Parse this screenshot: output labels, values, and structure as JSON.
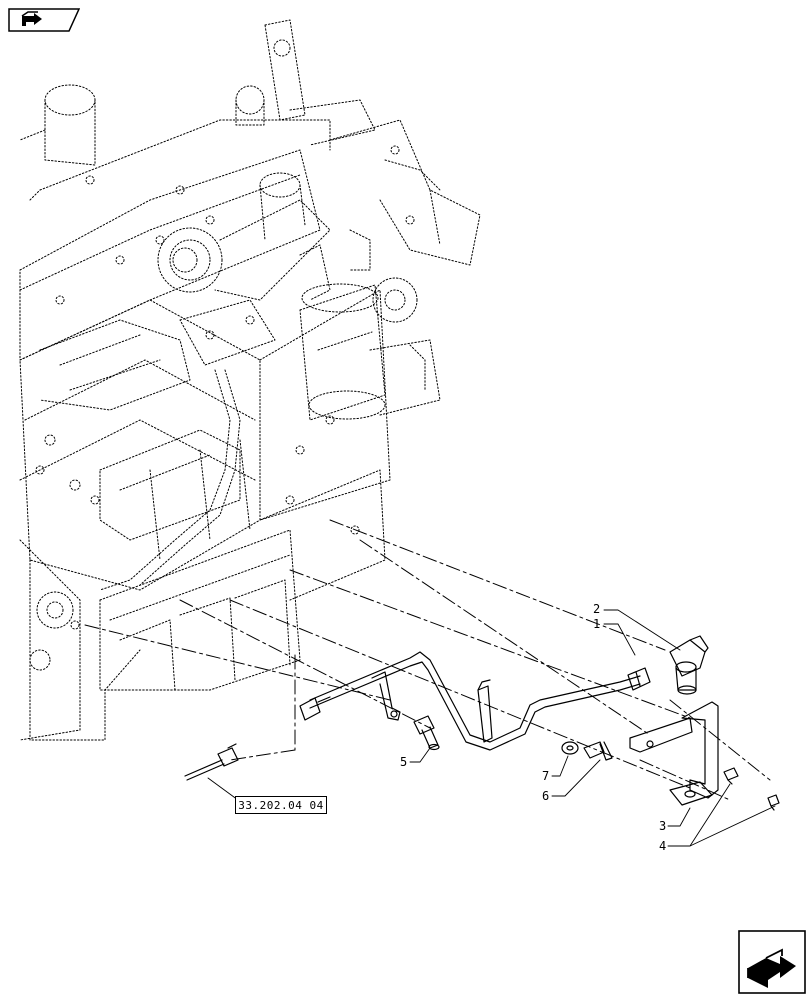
{
  "callouts": {
    "c1": "1",
    "c2": "2",
    "c3": "3",
    "c4": "4",
    "c5": "5",
    "c6": "6",
    "c7": "7"
  },
  "reference": {
    "label": "33.202.04 04"
  },
  "icons": {
    "top_left": "previous-page-arrow-icon",
    "bottom_right": "next-page-arrow-icon"
  }
}
